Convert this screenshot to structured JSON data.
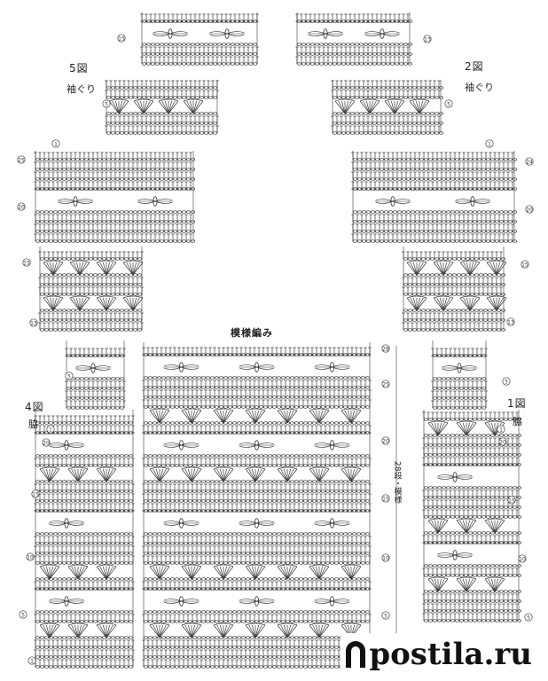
{
  "labels": {
    "fig5": "5図",
    "fig5_sub": "袖ぐり",
    "fig2": "2図",
    "fig2_sub": "袖ぐり",
    "fig4": "4図",
    "fig4_sub": "脇",
    "fig1": "1図",
    "fig1_sub": "脇",
    "center_title": "模様編み",
    "center_side": "28段・模様"
  },
  "row_numbers": [
    "1",
    "5",
    "10",
    "13",
    "15",
    "20",
    "24",
    "25",
    "28"
  ],
  "watermark": "postila.ru"
}
